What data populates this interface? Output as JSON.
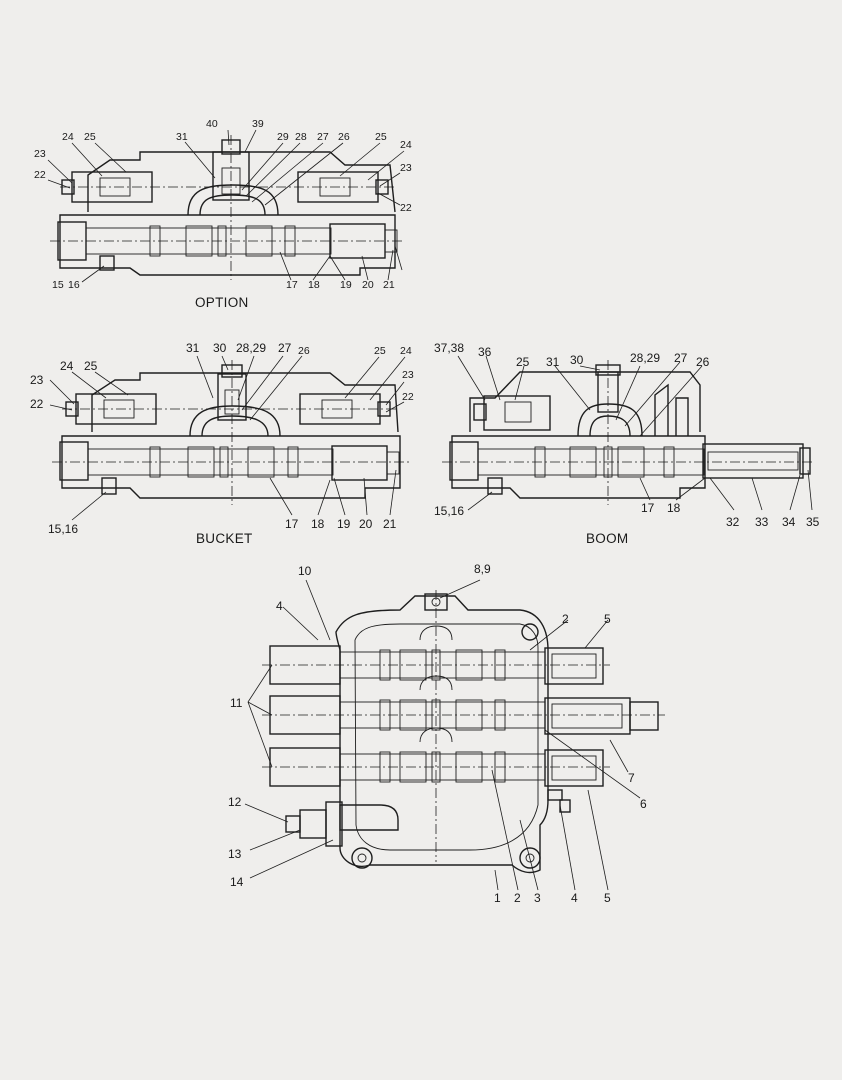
{
  "captions": {
    "option": "OPTION",
    "bucket": "BUCKET",
    "boom": "BOOM"
  },
  "option": {
    "labels": [
      "40",
      "39",
      "31",
      "29",
      "28",
      "27",
      "26",
      "25",
      "24",
      "24",
      "25",
      "23",
      "22",
      "23",
      "22",
      "15",
      "16",
      "17",
      "18",
      "19",
      "20",
      "21"
    ]
  },
  "bucket": {
    "labels": [
      "31",
      "30",
      "28,29",
      "27",
      "26",
      "25",
      "24",
      "24",
      "25",
      "23",
      "22",
      "23",
      "22",
      "15,16",
      "17",
      "18",
      "19",
      "20",
      "21"
    ]
  },
  "boom": {
    "labels": [
      "37,38",
      "36",
      "25",
      "31",
      "30",
      "28,29",
      "27",
      "26",
      "15,16",
      "17",
      "18",
      "32",
      "33",
      "34",
      "35"
    ]
  },
  "assembly": {
    "labels": [
      "10",
      "8,9",
      "4",
      "2",
      "5",
      "11",
      "12",
      "13",
      "14",
      "1",
      "2",
      "3",
      "4",
      "5",
      "6",
      "7"
    ]
  }
}
